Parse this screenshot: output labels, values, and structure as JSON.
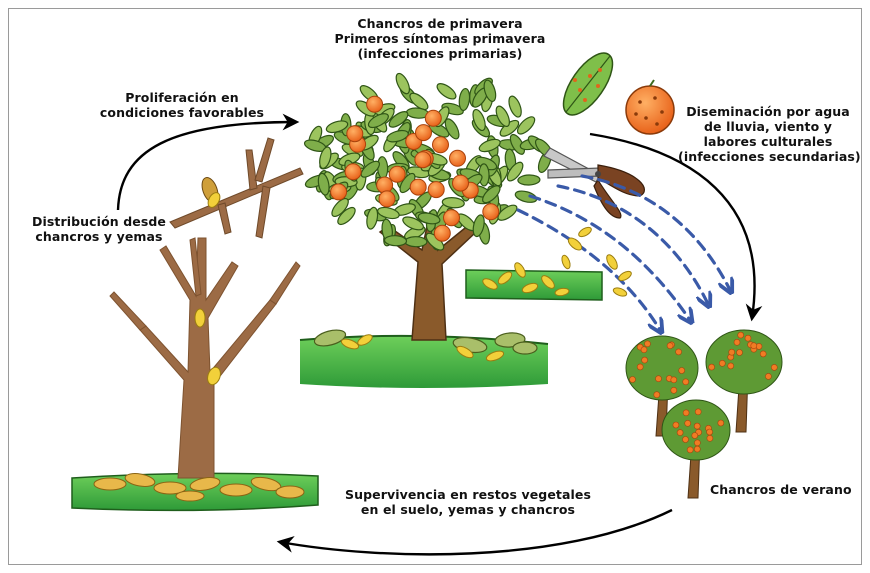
{
  "labels": {
    "spring": [
      "Chancros de primavera",
      "Primeros síntomas primavera",
      "(infecciones primarias)"
    ],
    "proliferation": [
      "Proliferación en",
      "condiciones favorables"
    ],
    "dissemination": [
      "Diseminación por agua",
      "de lluvia, viento y",
      "labores culturales",
      "(infecciones secundarias)"
    ],
    "distribution": [
      "Distribución desde",
      "chancros y yemas"
    ],
    "survival": [
      "Supervivencia en restos vegetales",
      "en el suelo, yemas y chancros"
    ],
    "summer": [
      "Chancros de verano"
    ]
  },
  "colors": {
    "leaf": "#7fae4a",
    "leaf_dark": "#3f6b1f",
    "trunk": "#8a5a2b",
    "fruit": "#f07c24",
    "ground": "#4cb848",
    "spore": "#f2d03a",
    "rain": "#3a5aa8",
    "arrow": "#000000"
  },
  "icons": [
    "orange-tree-icon",
    "bare-tree-icon",
    "branch-icon",
    "infected-leaf-icon",
    "infected-fruit-icon",
    "pruning-shears-icon",
    "spore-cluster-icon",
    "rain-drops-icon",
    "summer-trees-icon",
    "leaf-litter-icon"
  ]
}
